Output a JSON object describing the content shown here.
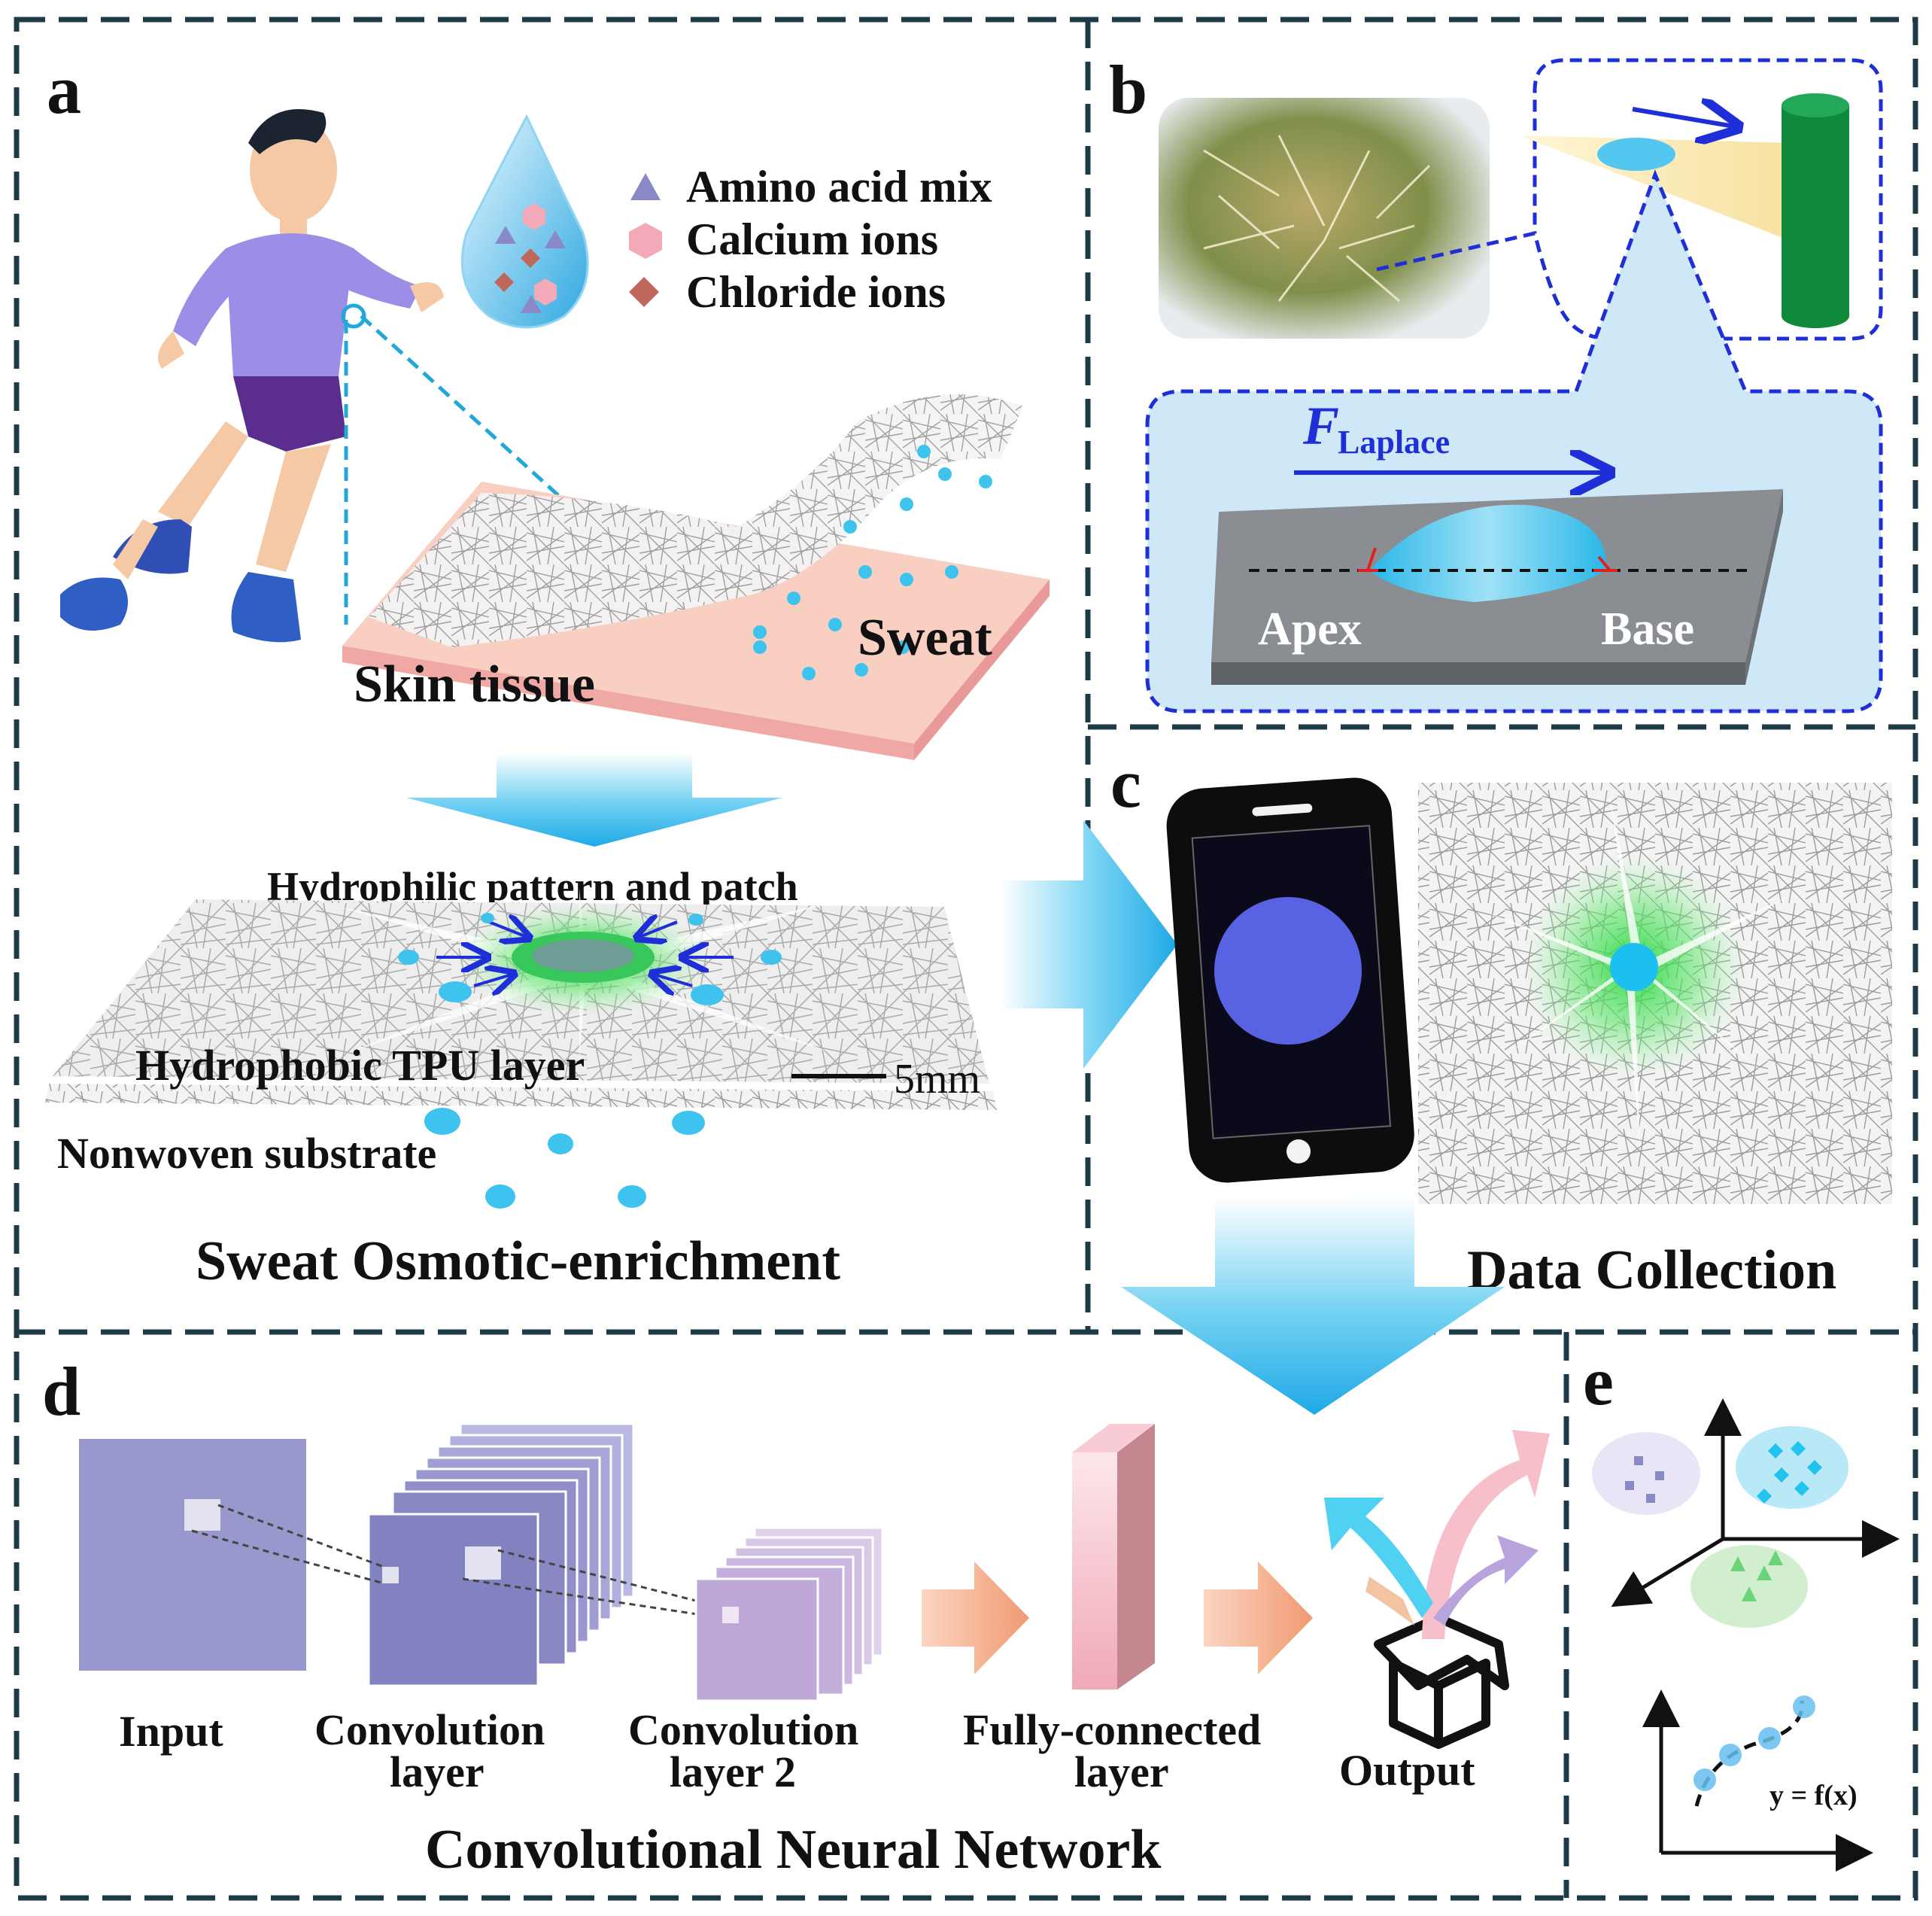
{
  "panels": {
    "a": {
      "letter": "a",
      "legend": [
        {
          "shape": "triangle",
          "label": "Amino acid mix",
          "color": "#8a89c8"
        },
        {
          "shape": "hexagon",
          "label": "Calcium ions",
          "color": "#f2a9b8"
        },
        {
          "shape": "diamond",
          "label": "Chloride ions",
          "color": "#c0675c"
        }
      ],
      "sweat_label": "Sweat",
      "skin_label": "Skin tissue",
      "pattern_label": "Hydrophilic pattern and patch",
      "tpu_label": "Hydrophobic TPU layer",
      "scale_label": "5mm",
      "substrate_label": "Nonwoven substrate",
      "caption": "Sweat Osmotic-enrichment"
    },
    "b": {
      "letter": "b",
      "force_symbol": "F",
      "force_subscript": "Laplace",
      "apex_label": "Apex",
      "base_label": "Base"
    },
    "c": {
      "letter": "c",
      "caption": "Data Collection"
    },
    "d": {
      "letter": "d",
      "labels": {
        "input": "Input",
        "conv1_line1": "Convolution",
        "conv1_line2": "layer",
        "conv2_line1": "Convolution",
        "conv2_line2": "layer 2",
        "fc_line1": "Fully-connected",
        "fc_line2": "layer",
        "output": "Output"
      },
      "caption": "Convolutional Neural Network"
    },
    "e": {
      "letter": "e",
      "function_label": "y = f(x)"
    }
  },
  "colors": {
    "border": "#1c3a48",
    "sweat": "#3ec3ee",
    "skin": "#f6c8b8",
    "arrow_blue": "#2fb3ea",
    "green_glow": "#36d94a",
    "cnn_purple": "#8e8fc8",
    "fc_pink": "#f0b2bf",
    "arrow_orange": "#f3a27d"
  }
}
